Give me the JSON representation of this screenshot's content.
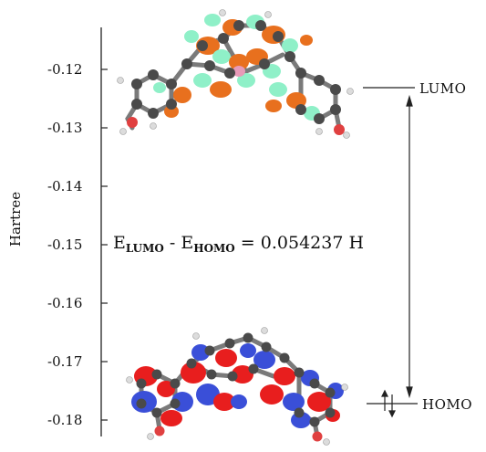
{
  "axis": {
    "title": "Hartree",
    "ticks": [
      "-0.12",
      "-0.13",
      "-0.14",
      "-0.15",
      "-0.16",
      "-0.17",
      "-0.18"
    ]
  },
  "levels": {
    "lumo_label": "LUMO",
    "homo_label": "HOMO"
  },
  "equation": {
    "e1": "E",
    "sub1": "LUMO",
    "minus": " - ",
    "e2": "E",
    "sub2": "HOMO",
    "value": " = 0.054237 H"
  },
  "colors": {
    "lumo_lobe_a": "#e8701e",
    "lumo_lobe_b": "#8ff0c8",
    "homo_lobe_a": "#3a4fd8",
    "homo_lobe_b": "#e81e1e",
    "carbon": "#4a4a4a",
    "oxygen": "#e04040",
    "hydrogen": "#dcdcdc"
  }
}
